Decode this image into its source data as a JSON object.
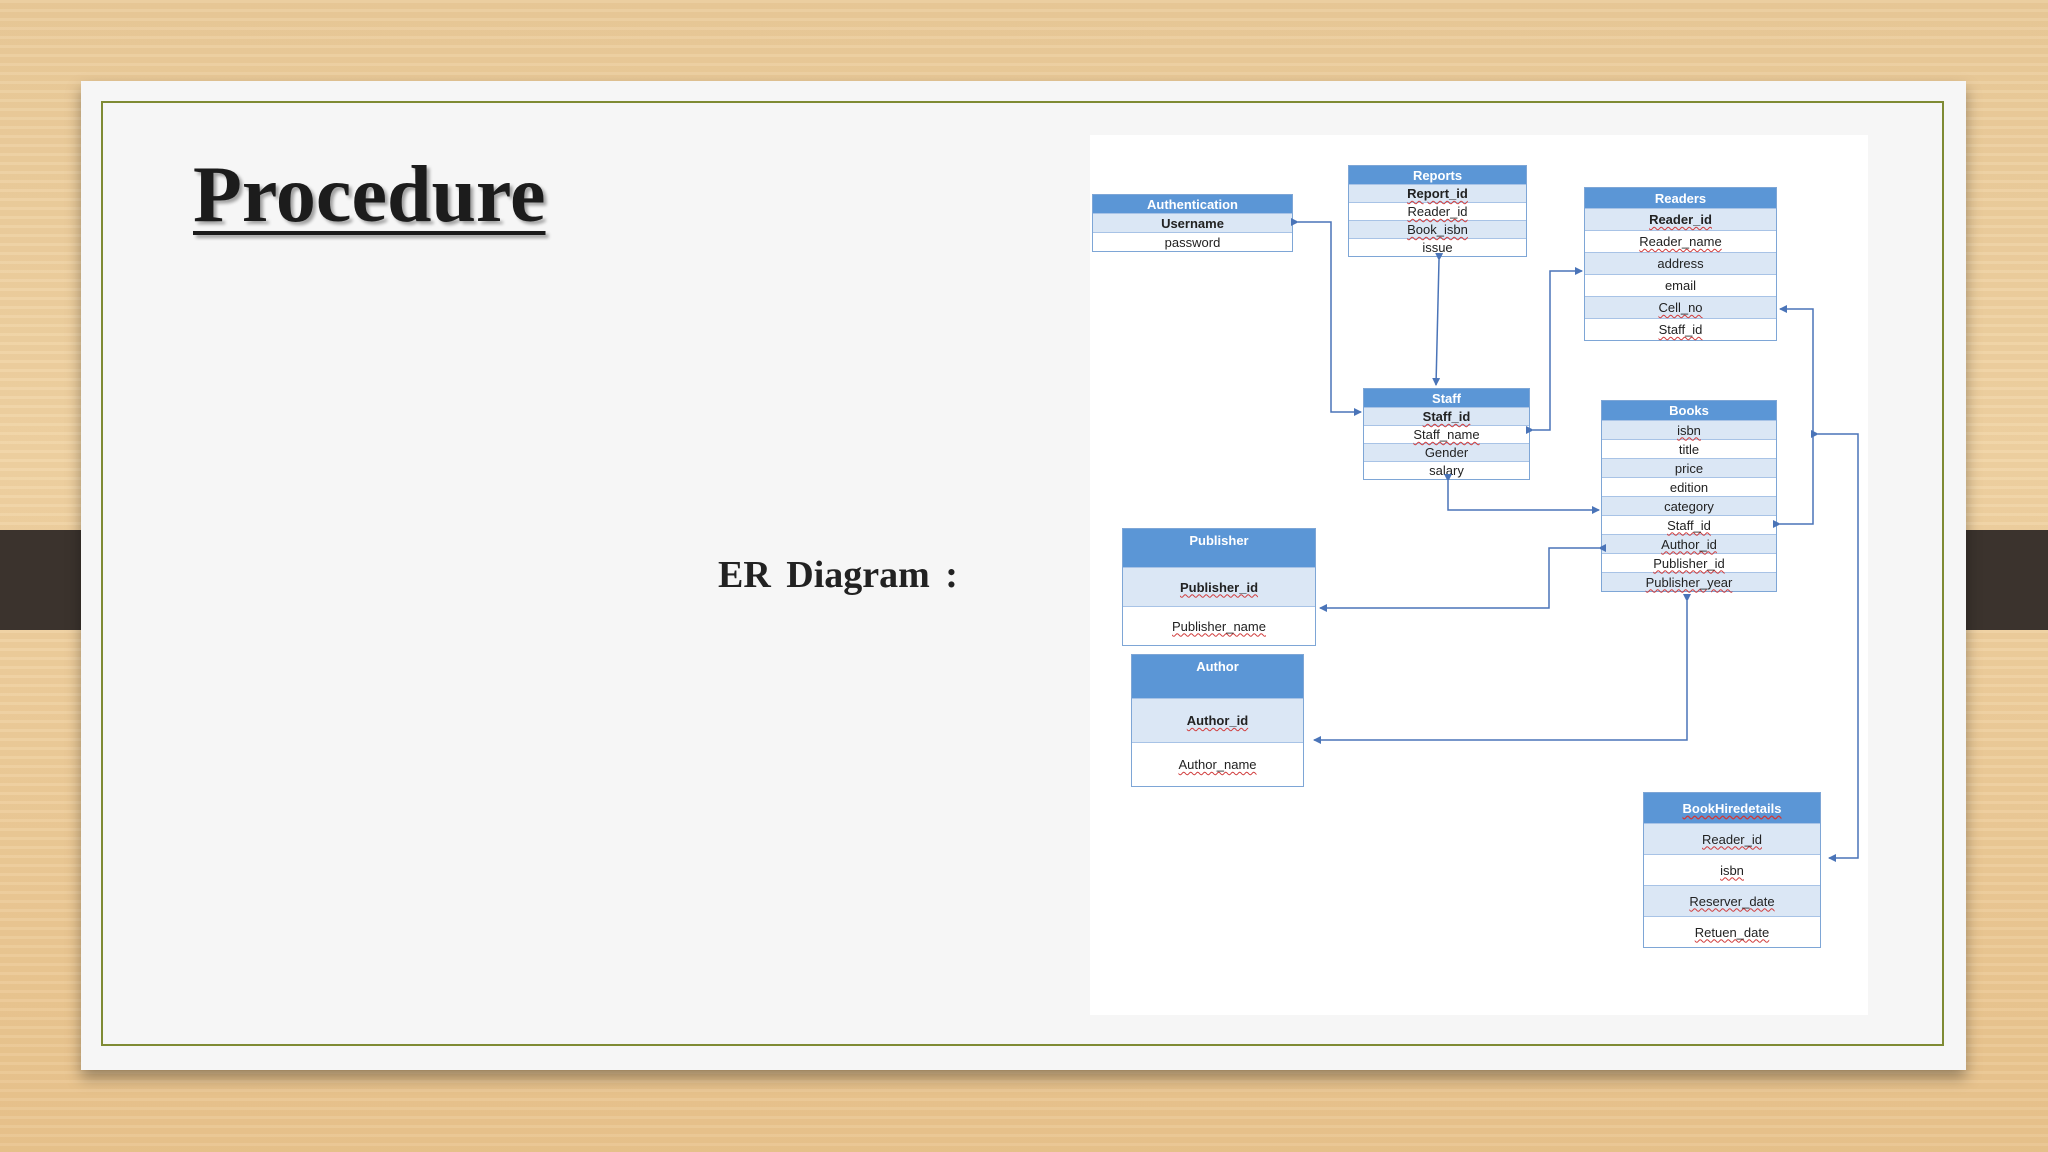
{
  "slide": {
    "title": "Procedure",
    "er_label": "ER  Diagram :"
  },
  "diagram": {
    "entities": {
      "authentication": {
        "name": "Authentication",
        "attributes": [
          "Username",
          "password"
        ]
      },
      "reports": {
        "name": "Reports",
        "attributes": [
          "Report_id",
          "Reader_id",
          "Book_isbn",
          "issue"
        ]
      },
      "readers": {
        "name": "Readers",
        "attributes": [
          "Reader_id",
          "Reader_name",
          "address",
          "email",
          "Cell_no",
          "Staff_id"
        ]
      },
      "staff": {
        "name": "Staff",
        "attributes": [
          "Staff_id",
          "Staff_name",
          "Gender",
          "salary"
        ]
      },
      "books": {
        "name": "Books",
        "attributes": [
          "isbn",
          "title",
          "price",
          "edition",
          "category",
          "Staff_id",
          "Author_id",
          "Publisher_id",
          "Publisher_year"
        ]
      },
      "publisher": {
        "name": "Publisher",
        "attributes": [
          "Publisher_id",
          "Publisher_name"
        ]
      },
      "author": {
        "name": "Author",
        "attributes": [
          "Author_id",
          "Author_name"
        ]
      },
      "bookhiredetails": {
        "name": "BookHiredetails",
        "attributes": [
          "Reader_id",
          "isbn",
          "Reserver_date",
          "Retuen_date"
        ]
      }
    },
    "relationships": [
      {
        "from": "Staff",
        "to": "Authentication"
      },
      {
        "from": "Staff",
        "to": "Reports"
      },
      {
        "from": "Staff",
        "to": "Readers"
      },
      {
        "from": "Books",
        "to": "Staff"
      },
      {
        "from": "Books",
        "to": "Readers"
      },
      {
        "from": "Books",
        "to": "Publisher"
      },
      {
        "from": "Books",
        "to": "Author"
      },
      {
        "from": "Books",
        "to": "BookHiredetails"
      }
    ],
    "colors": {
      "header": "#5b96d6",
      "alt_row": "#dbe7f5",
      "border": "#7ea6d6",
      "link": "#4a74b8",
      "frame": "#7f8b34"
    }
  }
}
